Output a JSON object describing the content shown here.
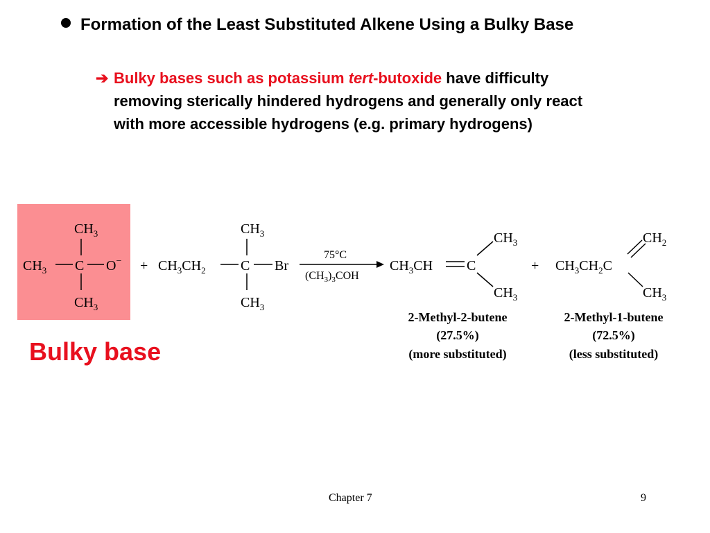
{
  "heading": "Formation of the Least Substituted Alkene Using a Bulky Base",
  "subpoint": {
    "red_part_1": "Bulky bases such as potassium ",
    "red_italic": "tert",
    "red_part_2": "-butoxide",
    "black_part_1": " have difficulty",
    "line_2": "removing sterically hindered hydrogens and generally only react",
    "line_3": "with more accessible hydrogens (e.g. primary hydrogens)"
  },
  "bulky_label": "Bulky base",
  "colors": {
    "accent_red": "#e8101e",
    "highlight_pink": "#fb8e92"
  },
  "reaction": {
    "base": {
      "top": "CH",
      "top_sub": "3",
      "left": "CH",
      "left_sub": "3",
      "center": "C",
      "right": "O",
      "charge": "−",
      "bottom": "CH",
      "bottom_sub": "3"
    },
    "plus_1": "+",
    "halide": {
      "left_a": "CH",
      "sub_a": "3",
      "left_b": "CH",
      "sub_b": "2",
      "center": "C",
      "right": "Br",
      "top": "CH",
      "top_sub": "3",
      "bottom": "CH",
      "bottom_sub": "3"
    },
    "conditions": {
      "above": "75°C",
      "below_a": "(CH",
      "below_sub": "3",
      "below_b": ")",
      "below_sub2": "3",
      "below_c": "COH"
    },
    "product_1": {
      "left_a": "CH",
      "sub_a": "3",
      "left_b": "CH",
      "center": "C",
      "top": "CH",
      "top_sub": "3",
      "bottom": "CH",
      "bottom_sub": "3",
      "name": "2-Methyl-2-butene",
      "percent": "(27.5%)",
      "note": "(more substituted)"
    },
    "plus_2": "+",
    "product_2": {
      "left_a": "CH",
      "sub_a": "3",
      "left_b": "CH",
      "sub_b": "2",
      "center": "C",
      "top": "CH",
      "top_sub": "2",
      "bottom": "CH",
      "bottom_sub": "3",
      "name": "2-Methyl-1-butene",
      "percent": "(72.5%)",
      "note": "(less substituted)"
    }
  },
  "footer": {
    "chapter": "Chapter 7",
    "page": "9"
  }
}
